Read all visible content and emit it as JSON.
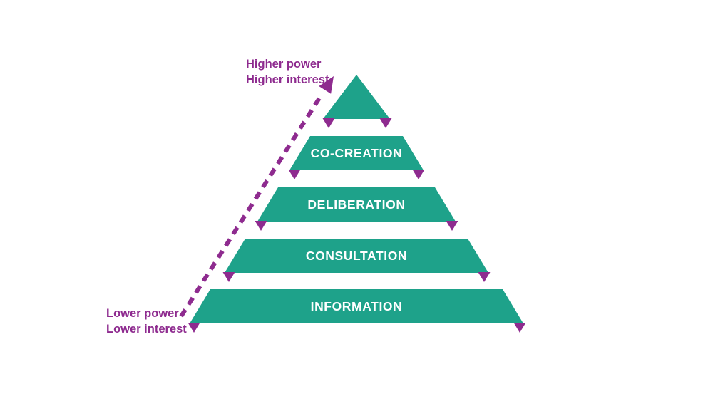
{
  "diagram": {
    "type": "pyramid",
    "levels": [
      {
        "id": "apex",
        "label": ""
      },
      {
        "id": "co-creation",
        "label": "CO-CREATION"
      },
      {
        "id": "deliberation",
        "label": "DELIBERATION"
      },
      {
        "id": "consultation",
        "label": "CONSULTATION"
      },
      {
        "id": "information",
        "label": "INFORMATION"
      }
    ],
    "arrow": {
      "high_label": {
        "line1": "Higher power",
        "line2": "Higher interest"
      },
      "low_label": {
        "line1": "Lower power",
        "line2": "Lower interest"
      }
    },
    "colors": {
      "teal": "#1ea28a",
      "purple": "#8e2b8f",
      "level_text": "#ffffff",
      "background": "#ffffff"
    }
  }
}
